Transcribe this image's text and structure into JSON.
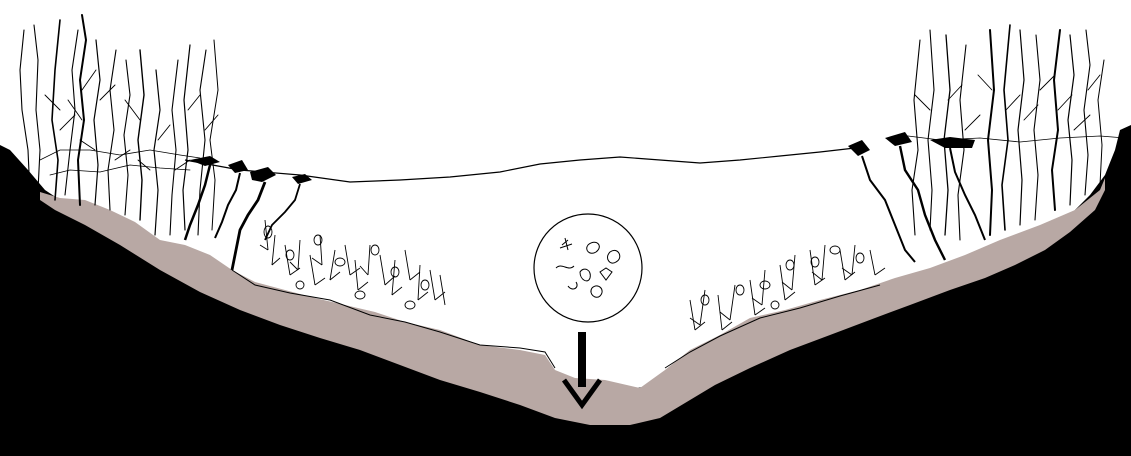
{
  "colors": {
    "background": "#ffffff",
    "bedrock": "#000000",
    "sediment": "#b8a8a4",
    "water_line": "#000000",
    "vegetation": "#000000"
  },
  "elements": {
    "left_trees": "leafless-tree-cluster",
    "right_trees": "leafless-tree-cluster",
    "left_macrophytes": "submerged-aquatic-plants",
    "right_macrophytes": "submerged-aquatic-plants",
    "plankton_inset": "plankton-circle-icon",
    "settling_arrow": "down-arrow-icon",
    "overhanging_roots": "root-mats"
  }
}
